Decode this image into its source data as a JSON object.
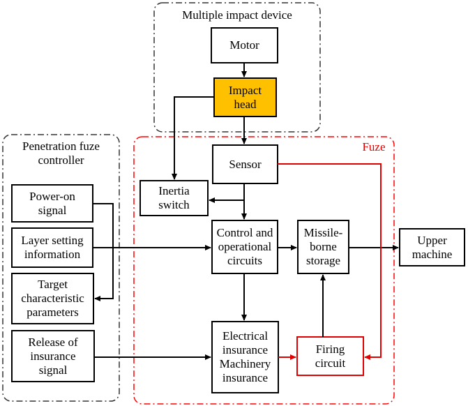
{
  "groups": {
    "impact_device": "Multiple impact device",
    "controller": [
      "Penetration fuze",
      "controller"
    ],
    "fuze": "Fuze"
  },
  "blocks": {
    "motor": [
      "Motor"
    ],
    "impact_head": [
      "Impact",
      "head"
    ],
    "sensor": [
      "Sensor"
    ],
    "inertia_switch": [
      "Inertia",
      "switch"
    ],
    "control": [
      "Control and",
      "operational",
      "circuits"
    ],
    "storage": [
      "Missile-",
      "borne",
      "storage"
    ],
    "upper": [
      "Upper",
      "machine"
    ],
    "power_on": [
      "Power-on",
      "signal"
    ],
    "layer_setting": [
      "Layer setting",
      "information"
    ],
    "target": [
      "Target",
      "characteristic",
      "parameters"
    ],
    "release": [
      "Release of",
      "insurance",
      "signal"
    ],
    "insurance": [
      "Electrical",
      "insurance",
      "Machinery",
      "insurance"
    ],
    "firing": [
      "Firing",
      "circuit"
    ]
  },
  "colors": {
    "impact_head_fill": "#FFC000",
    "fuze_boundary": "#FF0000",
    "line": "#000000",
    "red_path": "#E00000"
  }
}
